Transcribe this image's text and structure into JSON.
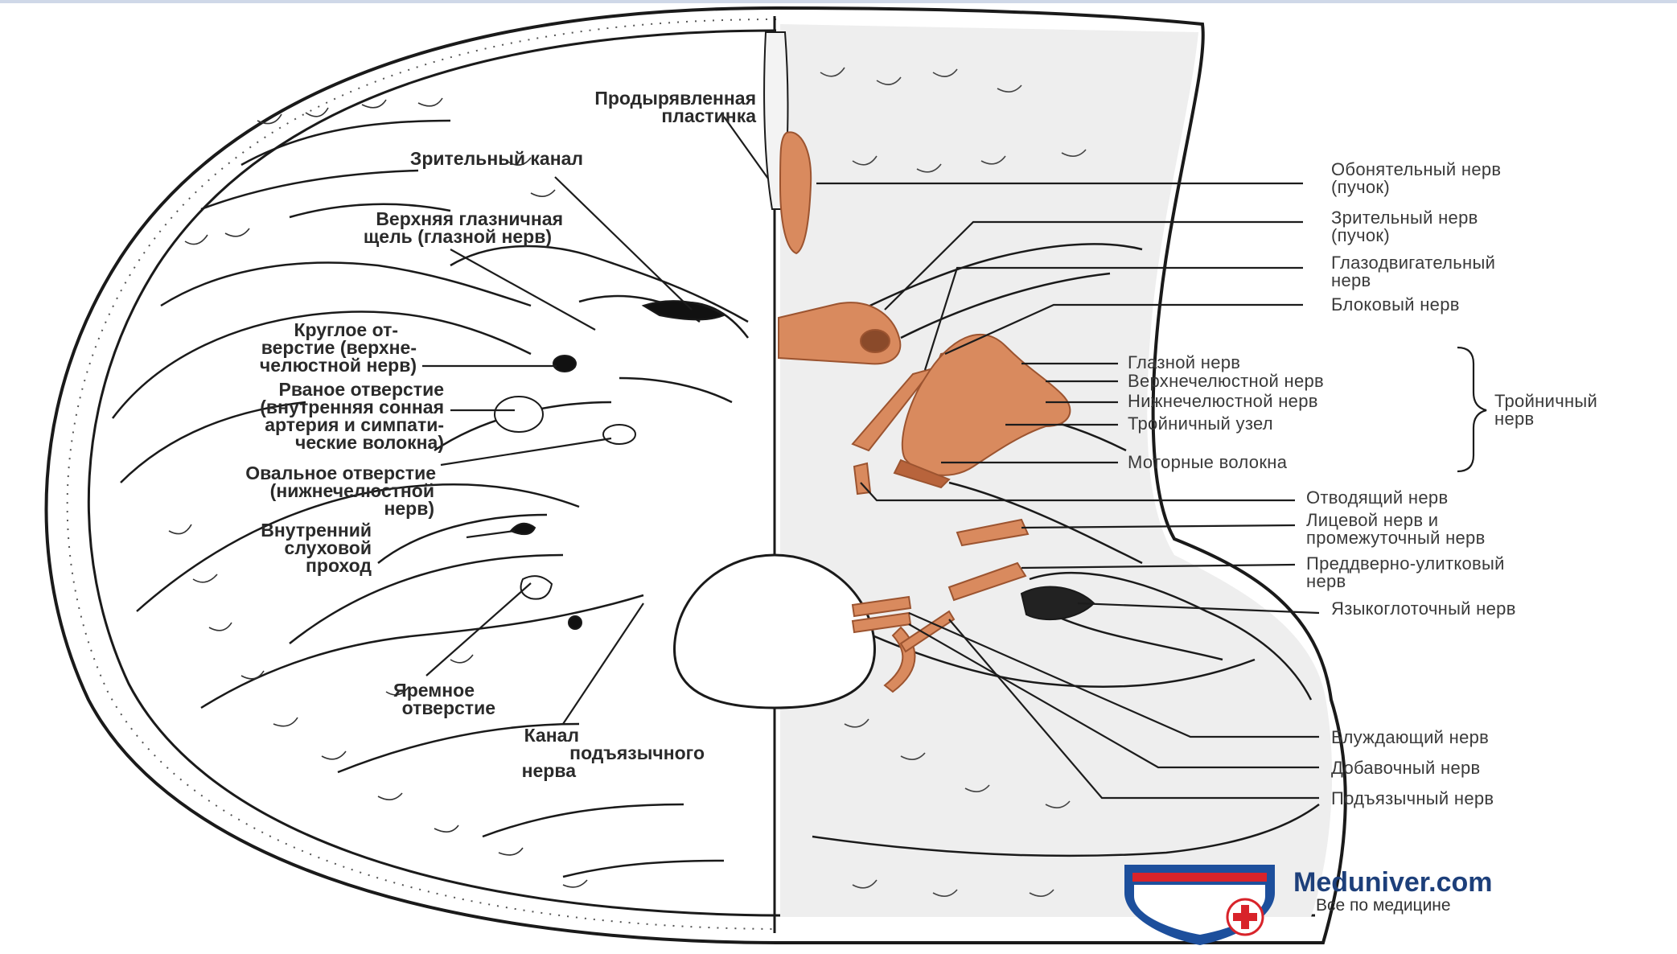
{
  "left_labels": {
    "cribriform_1": "Продырявленная",
    "cribriform_2": "пластинка",
    "optic_canal": "Зрительный канал",
    "sof_1": "Верхняя глазничная",
    "sof_2": "щель (глазной нерв)",
    "rotundum_1": "Круглое от-",
    "rotundum_2": "верстие (верхне-",
    "rotundum_3": "челюстной нерв)",
    "lacerum_1": "Рваное отверстие",
    "lacerum_2": "(внутренняя сонная",
    "lacerum_3": "артерия и симпати-",
    "lacerum_4": "ческие волокна)",
    "ovale_1": "Овальное отверстие",
    "ovale_2": "(нижнечелюстной",
    "ovale_3": "нерв)",
    "iam_1": "Внутренний",
    "iam_2": "слуховой",
    "iam_3": "проход",
    "jugular_1": "Яремное",
    "jugular_2": "отверстие",
    "hypoglossal_1": "Канал",
    "hypoglossal_2": "подъязычного",
    "hypoglossal_3": "нерва"
  },
  "right_labels": {
    "olfactory_1": "Обонятельный нерв",
    "olfactory_2": "(пучок)",
    "optic_1": "Зрительный нерв",
    "optic_2": "(пучок)",
    "oculomotor_1": "Глазодвигательный",
    "oculomotor_2": "нерв",
    "trochlear": "Блоковый нерв",
    "ophthalmic": "Глазной нерв",
    "maxillary": "Верхнечелюстной нерв",
    "mandibular": "Нижнечелюстной нерв",
    "trigeminal_ganglion": "Тройничный узел",
    "motor_fibers": "Моторные волокна",
    "trigeminal_1": "Тройничный",
    "trigeminal_2": "нерв",
    "abducens": "Отводящий нерв",
    "facial_1": "Лицевой нерв и",
    "facial_2": "промежуточный нерв",
    "vestibulo_1": "Преддверно-улитковый",
    "vestibulo_2": "нерв",
    "glossopharyngeal": "Языкоглоточный нерв",
    "vagus": "Блуждающий нерв",
    "accessory": "Добавочный нерв",
    "hypoglossal": "Подъязычный нерв"
  },
  "watermark": {
    "site": "Meduniver.com",
    "tagline": "Все по медицине"
  },
  "colors": {
    "nerve": "#d98a5e",
    "nerve_shade": "#b8643c",
    "bone": "#ffffff",
    "ink": "#1a1a1a",
    "shield_blue": "#1d4f9c",
    "shield_red": "#d8232a"
  }
}
